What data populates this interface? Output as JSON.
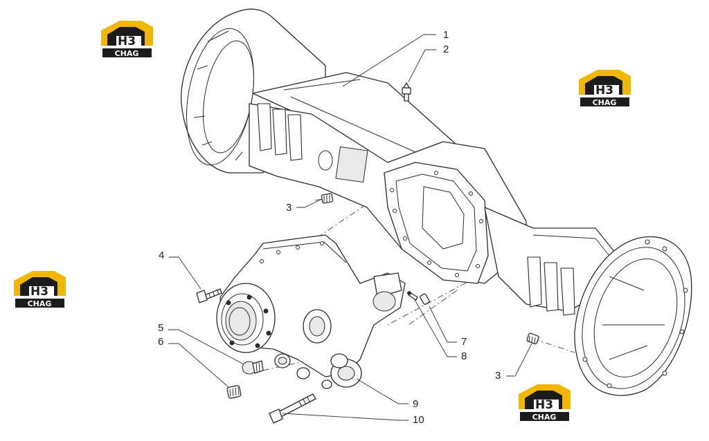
{
  "callouts": [
    {
      "id": "1",
      "label": "1"
    },
    {
      "id": "2",
      "label": "2"
    },
    {
      "id": "3a",
      "label": "3"
    },
    {
      "id": "3b",
      "label": "3"
    },
    {
      "id": "4",
      "label": "4"
    },
    {
      "id": "5",
      "label": "5"
    },
    {
      "id": "6",
      "label": "6"
    },
    {
      "id": "7",
      "label": "7"
    },
    {
      "id": "8",
      "label": "8"
    },
    {
      "id": "9",
      "label": "9"
    },
    {
      "id": "10",
      "label": "10"
    }
  ],
  "watermark": {
    "mark": "H3",
    "caption": "CHAG",
    "accent_color": "#f2b705",
    "dark_color": "#1c1c1c"
  }
}
